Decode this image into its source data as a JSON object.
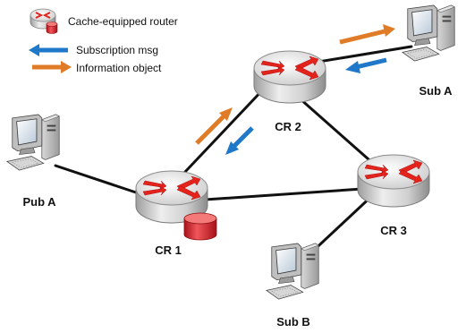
{
  "legend": {
    "items": [
      {
        "icon": "cache-router-icon",
        "label": "Cache-equipped router"
      },
      {
        "icon": "blue-arrow-icon",
        "label": "Subscription msg",
        "color": "#1f78c8"
      },
      {
        "icon": "orange-arrow-icon",
        "label": "Information object",
        "color": "#e07b27"
      }
    ]
  },
  "nodes": {
    "cr1": {
      "label": "CR 1",
      "type": "router",
      "cache": true
    },
    "cr2": {
      "label": "CR 2",
      "type": "router",
      "cache": false
    },
    "cr3": {
      "label": "CR 3",
      "type": "router",
      "cache": false
    },
    "pub_a": {
      "label": "Pub A",
      "type": "computer"
    },
    "sub_a": {
      "label": "Sub A",
      "type": "computer"
    },
    "sub_b": {
      "label": "Sub B",
      "type": "computer"
    }
  },
  "links": [
    {
      "from": "pub_a",
      "to": "cr1"
    },
    {
      "from": "cr1",
      "to": "cr2"
    },
    {
      "from": "cr1",
      "to": "cr3"
    },
    {
      "from": "cr2",
      "to": "cr3"
    },
    {
      "from": "cr2",
      "to": "sub_a"
    },
    {
      "from": "cr3",
      "to": "sub_b"
    }
  ],
  "flows": [
    {
      "type": "information-object",
      "from": "cr1",
      "to": "cr2",
      "color": "#e07b27"
    },
    {
      "type": "subscription-msg",
      "from": "cr2",
      "to": "cr1",
      "color": "#1f78c8"
    },
    {
      "type": "information-object",
      "from": "cr2",
      "to": "sub_a",
      "color": "#e07b27"
    },
    {
      "type": "subscription-msg",
      "from": "sub_a",
      "to": "cr2",
      "color": "#1f78c8"
    }
  ],
  "colors": {
    "router_red": "#e2241c",
    "router_body": "#d6d6d6",
    "link": "#111111",
    "cache_red": "#d42020"
  }
}
